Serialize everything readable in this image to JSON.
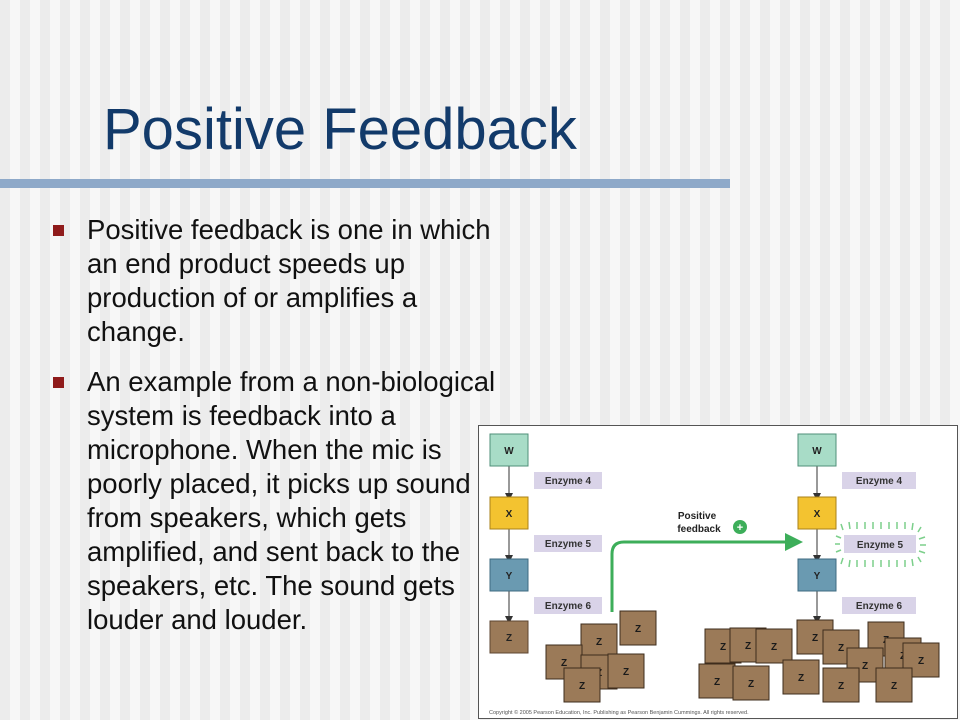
{
  "slide": {
    "title": "Positive Feedback",
    "bullets": [
      "Positive feedback is one in which an end product speeds up production of or amplifies a change.",
      "An example from a non-biological system is feedback into a microphone.  When the mic is poorly placed, it picks up sound from speakers, which gets amplified, and sent back to the speakers, etc.  The sound gets louder and louder."
    ]
  },
  "figure": {
    "left_pathway": {
      "nodes": [
        "W",
        "X",
        "Y",
        "Z"
      ],
      "enzymes": [
        "Enzyme 4",
        "Enzyme 5",
        "Enzyme 6"
      ]
    },
    "right_pathway": {
      "nodes": [
        "W",
        "X",
        "Y",
        "Z"
      ],
      "enzymes": [
        "Enzyme 4",
        "Enzyme 5",
        "Enzyme 6"
      ]
    },
    "feedback_label_line1": "Positive",
    "feedback_label_line2": "feedback",
    "feedback_sign": "+",
    "product_label": "Z",
    "copyright": "Copyright © 2005 Pearson Education, Inc. Publishing as Pearson Benjamin Cummings. All rights reserved.",
    "colors": {
      "w_box": "#a8dcc7",
      "x_box": "#f3c330",
      "y_box": "#6a9ab1",
      "z_box": "#9b7a58",
      "enzyme_box": "#d9d3e8",
      "feedback_arrow": "#3dae5a",
      "glow": "#7ccf8b"
    }
  }
}
